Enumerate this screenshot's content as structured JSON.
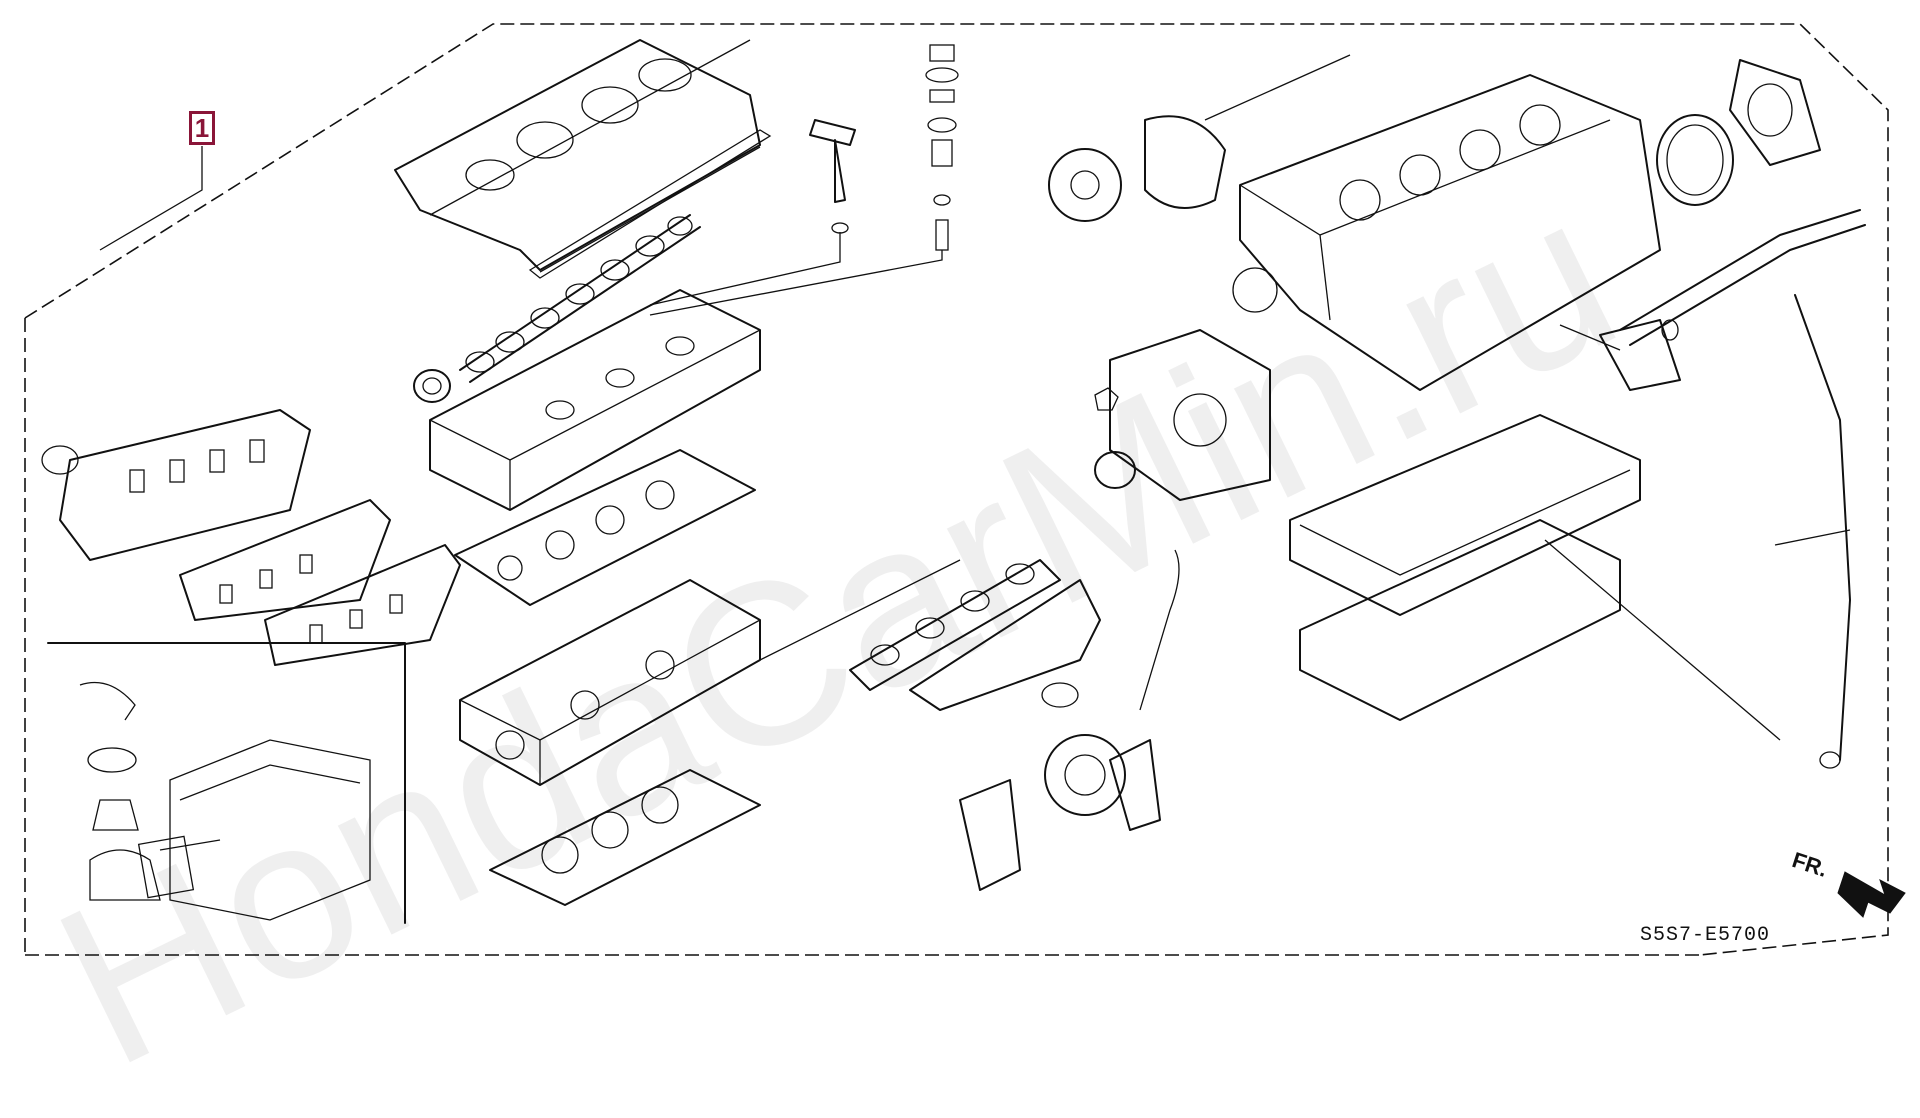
{
  "diagram": {
    "reference_number": "1",
    "diagram_code": "S5S7-E5700",
    "direction_label": "FR.",
    "watermark": "HondaCarMin.ru"
  },
  "colors": {
    "reference_box": "#8a1538",
    "line": "#111111",
    "background": "#ffffff"
  }
}
